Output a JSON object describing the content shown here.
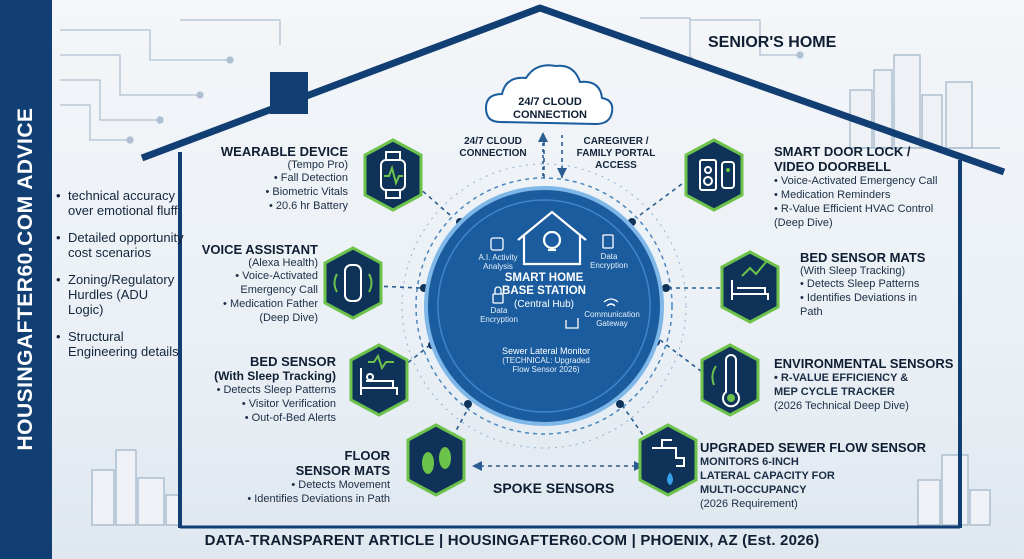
{
  "sidebar": {
    "title": "HOUSINGAFTER60.COM ADVICE",
    "bullets": [
      "technical accuracy over emotional fluff",
      "Detailed opportunity cost scenarios",
      "Zoning/Regulatory Hurdles (ADU Logic)",
      "Structural Engineering details"
    ]
  },
  "home_label": "SENIOR'S HOME",
  "cloud": {
    "title_line1": "24/7 CLOUD",
    "title_line2": "CONNECTION",
    "left_link_line1": "24/7 CLOUD",
    "left_link_line2": "CONNECTION",
    "right_link_line1": "CAREGIVER /",
    "right_link_line2": "FAMILY PORTAL",
    "right_link_line3": "ACCESS"
  },
  "hub": {
    "title_line1": "SMART HOME",
    "title_line2": "BASE STATION",
    "subtitle": "(Central Hub)",
    "ai_line1": "A.I. Activity",
    "ai_line2": "Analysis",
    "enc_right_line1": "Data",
    "enc_right_line2": "Encryption",
    "enc_left_line1": "Data",
    "enc_left_line2": "Encryption",
    "comm_line1": "Communication",
    "comm_line2": "Gateway",
    "sewer_line1": "Sewer Lateral Monitor",
    "sewer_line2": "(TECHNICAL: Upgraded",
    "sewer_line3": "Flow Sensor 2026)"
  },
  "spoke_label": "SPOKE SENSORS",
  "nodes": {
    "wearable": {
      "title": "WEARABLE DEVICE",
      "subtitle": "(Tempo Pro)",
      "items": [
        "• Fall Detection",
        "• Biometric Vitals",
        "• 20.6 hr Battery"
      ]
    },
    "voice": {
      "title": "VOICE ASSISTANT",
      "subtitle": "(Alexa Health)",
      "items": [
        "• Voice-Activated",
        "Emergency Call",
        "• Medication Father",
        "(Deep Dive)"
      ]
    },
    "bed": {
      "title": "BED SENSOR",
      "subtitle": "(With Sleep Tracking)",
      "items": [
        "• Detects Sleep Patterns",
        "• Visitor Verification",
        "• Out-of-Bed Alerts"
      ]
    },
    "floor": {
      "title_line1": "FLOOR",
      "title_line2": "SENSOR MATS",
      "items": [
        "• Detects Movement",
        "• Identifies Deviations in Path"
      ]
    },
    "door": {
      "title_line1": "SMART DOOR LOCK /",
      "title_line2": "VIDEO DOORBELL",
      "items": [
        "• Voice-Activated Emergency Call",
        "• Medication Reminders",
        "• R-Value Efficient HVAC Control",
        "(Deep Dive)"
      ]
    },
    "bedmats": {
      "title": "BED SENSOR MATS",
      "subtitle": "(With Sleep Tracking)",
      "items": [
        "• Detects Sleep Patterns",
        "• Identifies Deviations in",
        "Path"
      ]
    },
    "env": {
      "title": "ENVIRONMENTAL SENSORS",
      "items_bold": [
        "• R-VALUE EFFICIENCY &",
        "MEP CYCLE TRACKER"
      ],
      "items": [
        "(2026 Technical Deep Dive)"
      ]
    },
    "sewer": {
      "title": "UPGRADED SEWER FLOW SENSOR",
      "items_bold": [
        "MONITORS 6-INCH",
        "LATERAL CAPACITY FOR",
        "MULTI-OCCUPANCY"
      ],
      "items": [
        "(2026 Requirement)"
      ]
    }
  },
  "footer": "DATA-TRANSPARENT ARTICLE | HOUSINGAFTER60.COM | PHOENIX, AZ (Est. 2026)",
  "colors": {
    "navy": "#123f73",
    "hub_blue": "#1a5c9e",
    "node_fill": "#0f3358",
    "accent_green": "#6cc24a",
    "accent_blue": "#3aa0e8"
  }
}
